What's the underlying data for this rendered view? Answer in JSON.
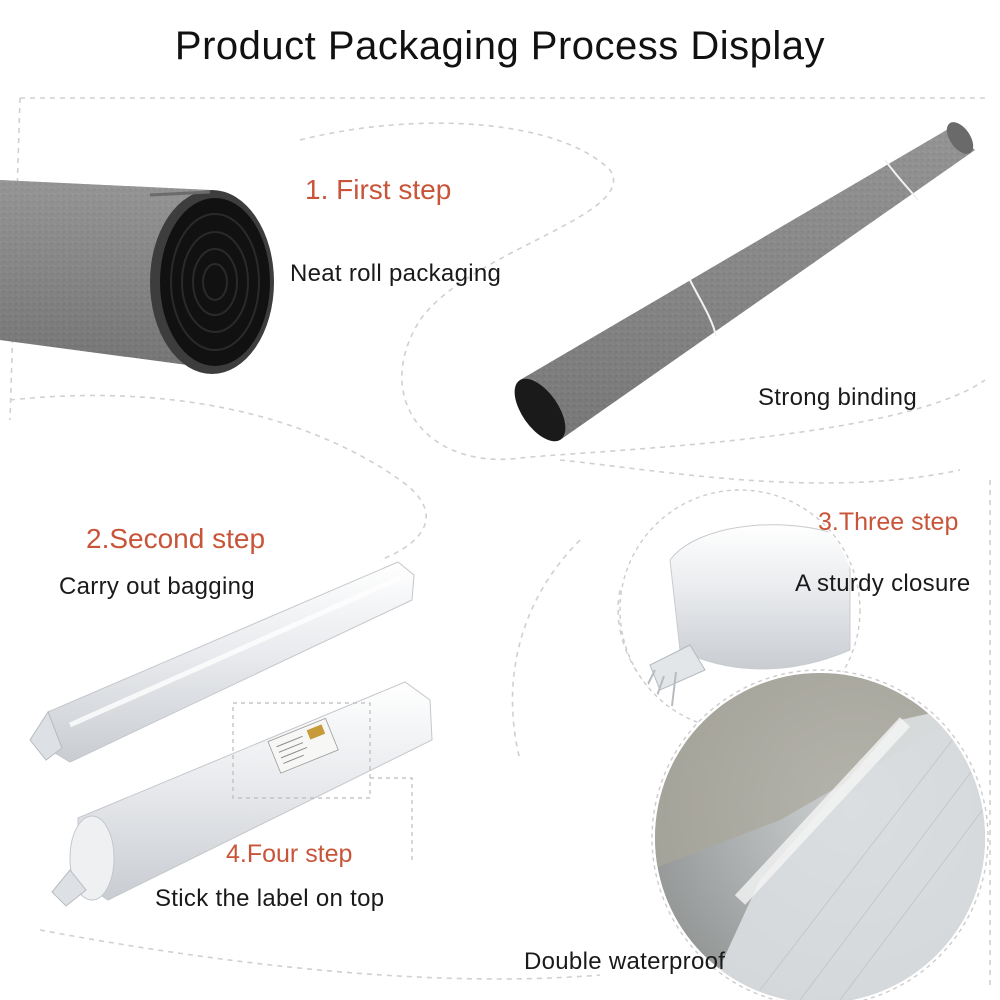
{
  "title": "Product Packaging Process Display",
  "colors": {
    "step_heading": "#c8553a",
    "caption": "#1a1a1a",
    "felt": "#8a8a8a",
    "bag": "#eef0f3",
    "dashed_frame": "#d0d0d0"
  },
  "steps": [
    {
      "heading": "1. First step",
      "captions": [
        "Neat roll packaging",
        "Strong binding"
      ]
    },
    {
      "heading": "2.Second step",
      "captions": [
        "Carry out bagging"
      ]
    },
    {
      "heading": "3.Three step",
      "captions": [
        "A sturdy closure"
      ]
    },
    {
      "heading": "4.Four step",
      "captions": [
        "Stick the label on top",
        "Double waterproof"
      ]
    }
  ],
  "images": [
    {
      "name": "felt-roll-end-photo"
    },
    {
      "name": "bound-felt-roll-photo"
    },
    {
      "name": "bagged-roll-photo"
    },
    {
      "name": "closure-tie-photo"
    },
    {
      "name": "labeled-roll-photo"
    },
    {
      "name": "waterproof-layer-photo"
    }
  ]
}
